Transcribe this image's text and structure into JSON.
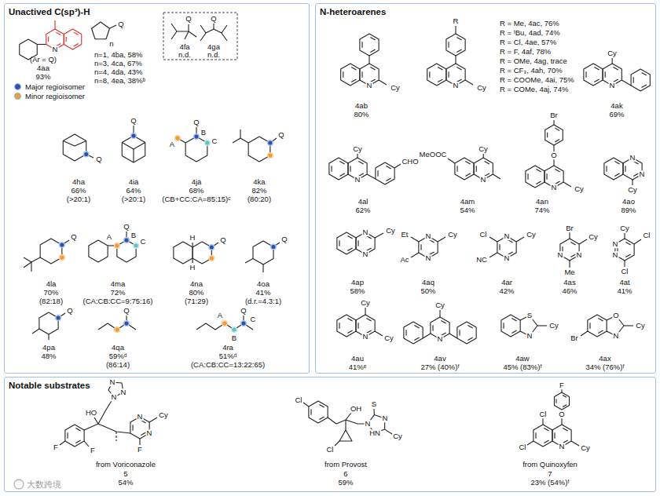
{
  "diagram": {
    "nodes": [
      {
        "text": [
          "Unactived C(sp³)-H"
        ]
      },
      {
        "text": [
          "N-heteroarenes"
        ]
      },
      {
        "text": [
          "Notable substrates"
        ]
      }
    ],
    "labels": [
      "(Ar = Q)",
      "4aa",
      "93%",
      "N",
      "Q",
      "n",
      "n=1, 4ba, 58%",
      "n=3, 4ca, 67%",
      "n=4, 4da, 43%",
      "n=8, 4ea, 38%ᵇ",
      "Q",
      "4fa",
      "n.d.",
      "Q",
      "4ga",
      "n.d.",
      "Q",
      "4ha",
      "66%",
      "(>20:1)",
      "Q",
      "4ia",
      "64%",
      "(>20:1)",
      "Q",
      "A",
      "B",
      "C",
      "4ja",
      "68%",
      "(CB+CC:CA=85:15)ᶜ",
      "Q",
      "4ka",
      "82%",
      "(80:20)",
      "Q",
      "4la",
      "70%",
      "(82:18)",
      "Q",
      "A",
      "B",
      "C",
      "4ma",
      "72%",
      "(CA:CB:CC=9:75:16)",
      "Q",
      "H",
      "H",
      "4na",
      "80%",
      "(71:29)",
      "Q",
      "4oa",
      "41%",
      "(d.r.=4.3:1)",
      "Q",
      "4pa",
      "48%",
      "Q",
      "4qa",
      "59%ᵈ",
      "(86:14)",
      "Q",
      "A",
      "B",
      "C",
      "4ra",
      "51%ᵈ",
      "(CA:CB:CC=13:22:65)",
      "N",
      "Cy",
      "4ab",
      "80%",
      "R",
      "N",
      "Cy",
      "R = Me, 4ac, 76%",
      "R = ᵗBu, 4ad, 74%",
      "R = Cl, 4ae, 57%",
      "R = F, 4af, 78%",
      "R = OMe, 4ag, trace",
      "R = CF₃, 4ah, 70%",
      "R = COOMe, 4ai, 75%",
      "R = COMe, 4aj, 74%",
      "Cy",
      "N",
      "4ak",
      "69%",
      "Cy",
      "N",
      "CHO",
      "4al",
      "62%",
      "MeOOC",
      "Cy",
      "N",
      "4am",
      "54%",
      "Br",
      "O",
      "N",
      "Cy",
      "4an",
      "74%",
      "N",
      "N",
      "Cy",
      "4ao",
      "89%",
      "N",
      "N",
      "Cy",
      "4ap",
      "58%",
      "N",
      "N",
      "Et",
      "Ac",
      "Cy",
      "4aq",
      "50%",
      "N",
      "N",
      "Cl",
      "NC",
      "Cy",
      "4ar",
      "42%",
      "Br",
      "N",
      "N",
      "Me",
      "Cy",
      "4as",
      "46%",
      "Cy",
      "Cl",
      "N",
      "N",
      "Cl",
      "4at",
      "41%",
      "Cy",
      "N",
      "Cy",
      "4au",
      "41%ᵉ",
      "Cy",
      "N",
      "4av",
      "27% (40%)ᶠ",
      "S",
      "N",
      "Cy",
      "4aw",
      "45% (83%)ᶠ",
      "O",
      "N",
      "Cy",
      "Br",
      "4ax",
      "34% (76%)ᶠ",
      "F",
      "F",
      "HO",
      "N",
      "N",
      "N",
      "N",
      "N",
      "Cy",
      "F",
      "from Voriconazole",
      "5",
      "54%",
      "Cl",
      "OH",
      "Cl",
      "N",
      "S",
      "HN",
      "N",
      "Cy",
      "from Provost",
      "6",
      "59%",
      "F",
      "O",
      "Cl",
      "Cl",
      "N",
      "Cy",
      "from Quinoxyfen",
      "7",
      "23% (54%)ᶠ",
      "大数跨境"
    ],
    "legend": [
      {
        "text": "Major regioisomer",
        "color": "#2f4fa8"
      },
      {
        "text": "Minor regioisomer",
        "color": "#f29a3a"
      }
    ]
  }
}
